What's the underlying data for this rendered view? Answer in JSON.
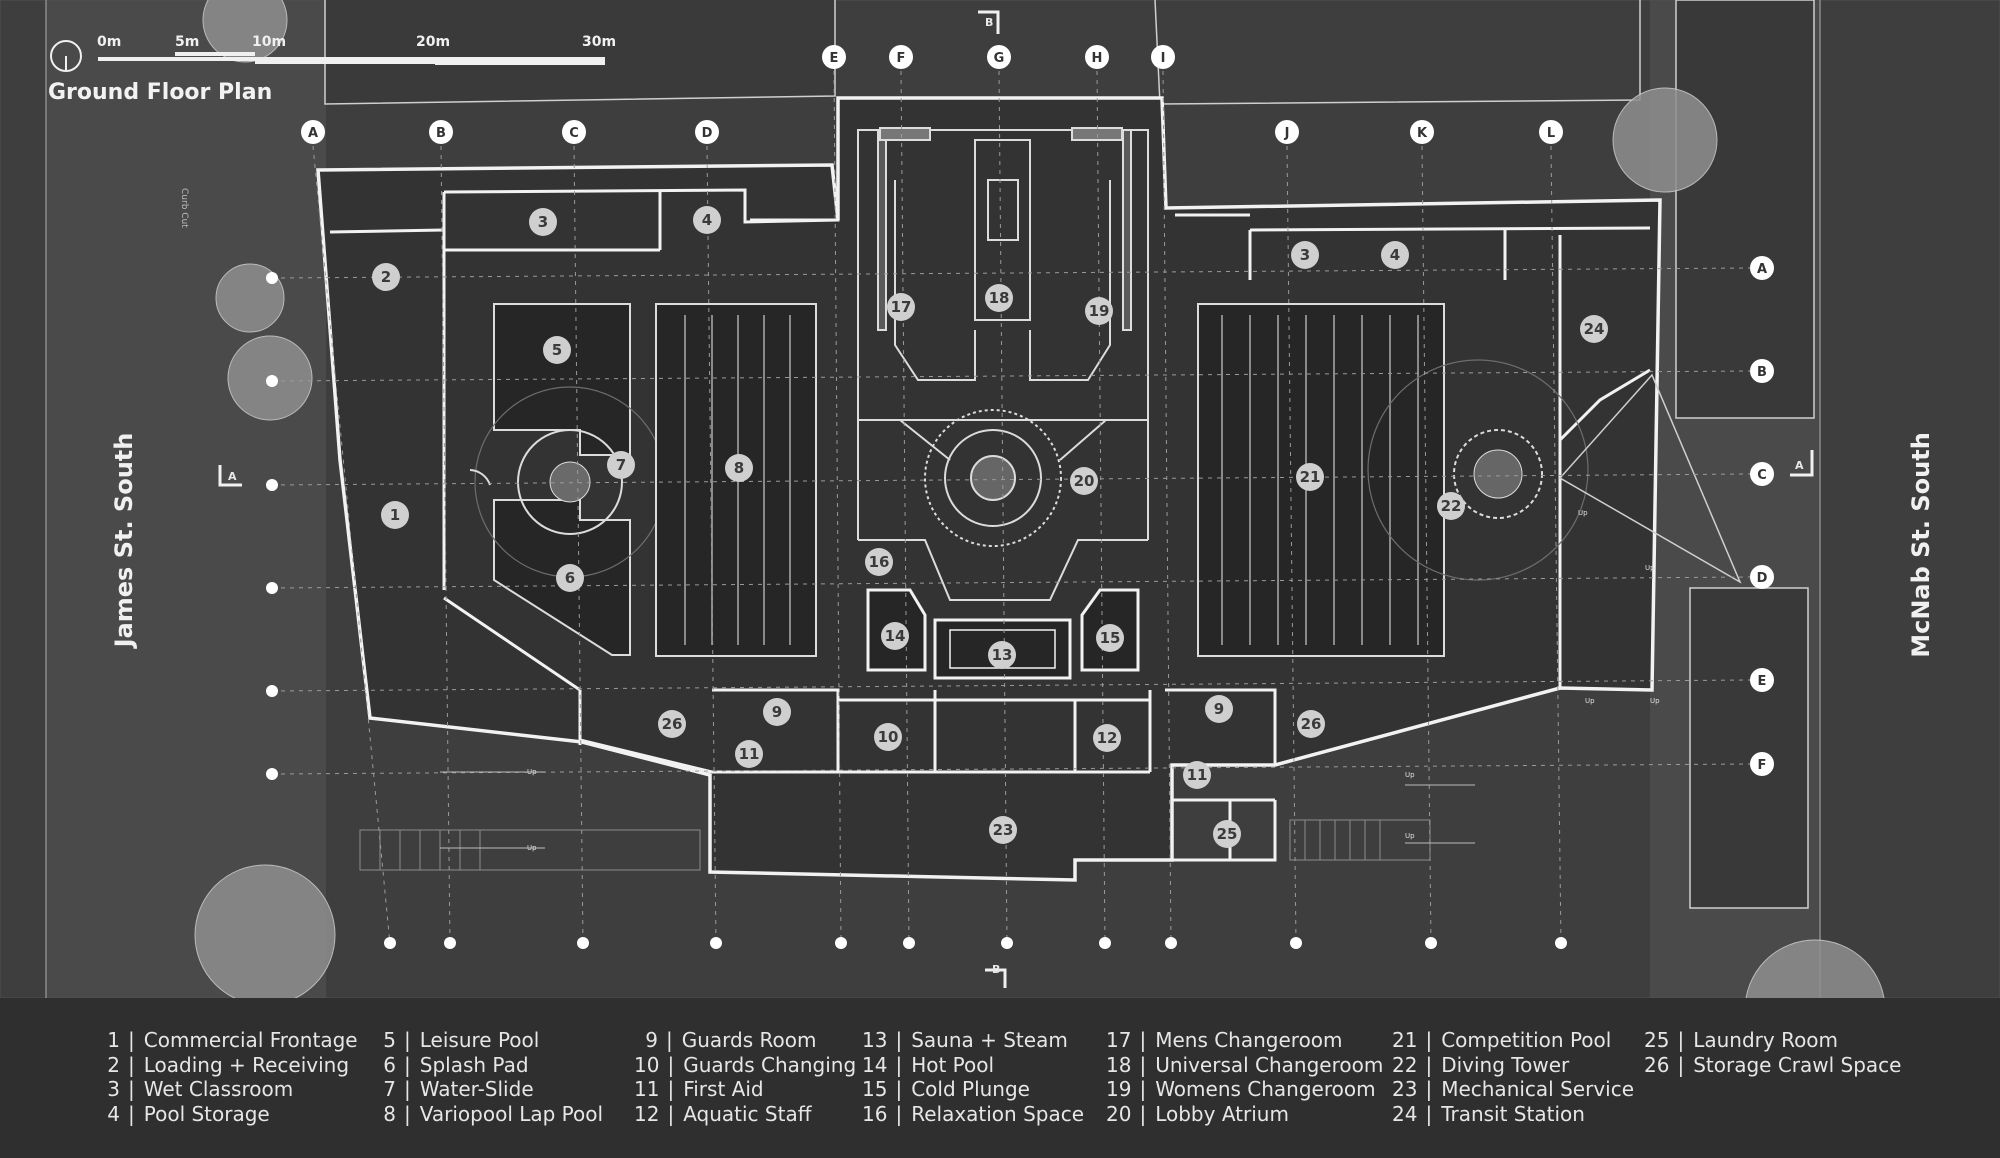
{
  "title": "Ground Floor Plan",
  "scale_bar": {
    "labels": [
      "0m",
      "5m",
      "10m",
      "20m",
      "30m"
    ]
  },
  "streets": {
    "west": "James St. South",
    "east": "McNab St. South"
  },
  "section_marks": {
    "a_left": "A",
    "a_right": "A",
    "b_top": "B",
    "b_bottom": "B"
  },
  "grid_columns": [
    "A",
    "B",
    "C",
    "D",
    "E",
    "F",
    "G",
    "H",
    "I",
    "J",
    "K",
    "L"
  ],
  "grid_rows": [
    "A",
    "B",
    "C",
    "D",
    "E",
    "F"
  ],
  "annotations": {
    "curb_cut": "Curb Cut",
    "up": "Up"
  },
  "rooms": [
    {
      "num": "1",
      "label": "Commercial Frontage"
    },
    {
      "num": "2",
      "label": "Loading + Receiving"
    },
    {
      "num": "3",
      "label": "Wet Classroom"
    },
    {
      "num": "4",
      "label": "Pool Storage"
    },
    {
      "num": "5",
      "label": "Leisure Pool"
    },
    {
      "num": "6",
      "label": "Splash Pad"
    },
    {
      "num": "7",
      "label": "Water-Slide"
    },
    {
      "num": "8",
      "label": "Variopool Lap Pool"
    },
    {
      "num": "9",
      "label": "Guards Room"
    },
    {
      "num": "10",
      "label": "Guards Changing"
    },
    {
      "num": "11",
      "label": "First Aid"
    },
    {
      "num": "12",
      "label": "Aquatic Staff"
    },
    {
      "num": "13",
      "label": "Sauna + Steam"
    },
    {
      "num": "14",
      "label": "Hot Pool"
    },
    {
      "num": "15",
      "label": "Cold Plunge"
    },
    {
      "num": "16",
      "label": "Relaxation Space"
    },
    {
      "num": "17",
      "label": "Mens Changeroom"
    },
    {
      "num": "18",
      "label": "Universal Changeroom"
    },
    {
      "num": "19",
      "label": "Womens Changeroom"
    },
    {
      "num": "20",
      "label": "Lobby Atrium"
    },
    {
      "num": "21",
      "label": "Competition Pool"
    },
    {
      "num": "22",
      "label": "Diving Tower"
    },
    {
      "num": "23",
      "label": "Mechanical Service"
    },
    {
      "num": "24",
      "label": "Transit Station"
    },
    {
      "num": "25",
      "label": "Laundry Room"
    },
    {
      "num": "26",
      "label": "Storage Crawl Space"
    }
  ],
  "room_markers": [
    "2",
    "3",
    "4",
    "5",
    "7",
    "8",
    "1",
    "6",
    "17",
    "18",
    "19",
    "20",
    "16",
    "14",
    "13",
    "15",
    "3",
    "4",
    "24",
    "21",
    "22",
    "9",
    "26",
    "11",
    "10",
    "12",
    "9",
    "26",
    "11",
    "23",
    "25"
  ],
  "legend_columns": [
    [
      "1",
      "2",
      "3",
      "4"
    ],
    [
      "5",
      "6",
      "7",
      "8"
    ],
    [
      "9",
      "10",
      "11",
      "12"
    ],
    [
      "13",
      "14",
      "15",
      "16"
    ],
    [
      "17",
      "18",
      "19",
      "20"
    ],
    [
      "21",
      "22",
      "23",
      "24"
    ],
    [
      "25",
      "26"
    ]
  ]
}
